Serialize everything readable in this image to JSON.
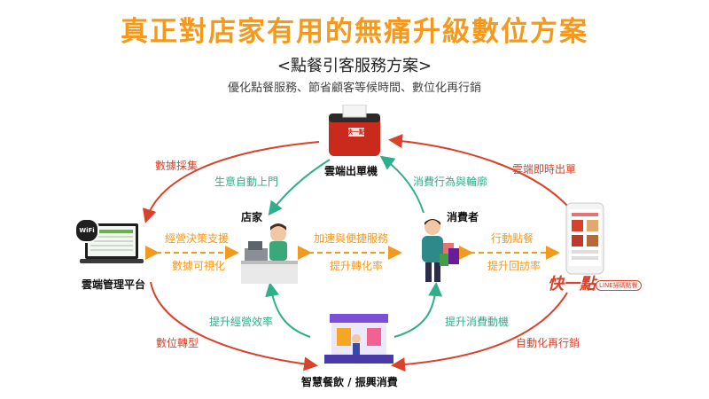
{
  "header": {
    "title": "真正對店家有用的無痛升級數位方案",
    "subtitle": "<點餐引客服務方案>",
    "subline": "優化點餐服務、節省顧客等候時間、數位化再行銷"
  },
  "nodes": {
    "printer": "雲端出單機",
    "store": "店家",
    "consumer": "消費者",
    "cloud": "雲端管理平台",
    "smart": "智慧餐飲 / 振興消費"
  },
  "labels": {
    "data_collect": "數據採集",
    "auto_customers": "生意自動上門",
    "behavior": "消費行為與輪廓",
    "instant_print": "雲端即時出單",
    "decision_support": "經營決策支援",
    "data_visual": "數據可視化",
    "fast_service": "加速與便捷服務",
    "conversion": "提升轉化率",
    "mobile_order": "行動點餐",
    "revisit": "提升回訪率",
    "efficiency": "提升經營效率",
    "spending": "提升消費動機",
    "digital": "數位轉型",
    "remarketing": "自動化再行銷"
  },
  "brand": {
    "logo_text": "快一點",
    "tag": "LINE掃碼點餐",
    "wifi": "WiFi",
    "printer_logo": "快一點"
  },
  "colors": {
    "red": "#d9412a",
    "green": "#2fae8b",
    "orange": "#f39a1e"
  }
}
